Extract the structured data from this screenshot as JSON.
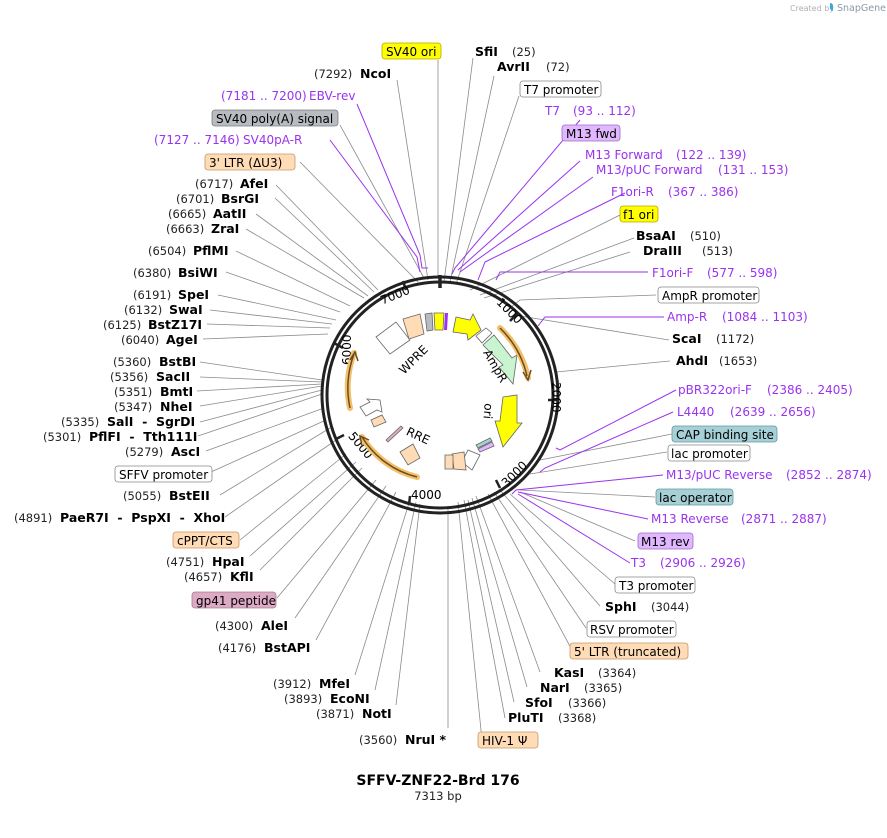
{
  "credit": {
    "prefix": "Created by",
    "brand": "SnapGene",
    "brand_color": "#3ba7e0"
  },
  "plasmid": {
    "name": "SFFV-ZNF22-Brd 176",
    "length_label": "7313 bp",
    "length": 7313
  },
  "ring_ticks": [
    "1000",
    "2000",
    "3000",
    "4000",
    "5000",
    "6000",
    "7000"
  ],
  "inner_labels": {
    "wpre": "WPRE",
    "ampr": "AmpR",
    "ori": "ori",
    "rre": "RRE"
  },
  "colors": {
    "primer": "#9933ee",
    "ring": "#222222",
    "yellow": "#ffff00",
    "peach": "#ffdcb6",
    "gray": "#b8bcc0",
    "teal": "#a6cfd6",
    "lavender": "#e1b7ff",
    "mauve": "#dcaac2",
    "mint": "#c8f5cf",
    "orange_arrow": "#f3c06a"
  },
  "left_labels": [
    {
      "kind": "feature",
      "text": "SV40 ori",
      "style": "yellow"
    },
    {
      "kind": "enzyme",
      "pos": "(7292)",
      "name": "NcoI"
    },
    {
      "kind": "primer",
      "pos": "(7181 .. 7200)",
      "name": "EBV-rev"
    },
    {
      "kind": "feature",
      "text": "SV40 poly(A) signal",
      "style": "gray"
    },
    {
      "kind": "primer",
      "pos": "(7127 .. 7146)",
      "name": "SV40pA-R"
    },
    {
      "kind": "feature",
      "text": "3' LTR (ΔU3)",
      "style": "peach"
    },
    {
      "kind": "enzyme",
      "pos": "(6717)",
      "name": "AfeI"
    },
    {
      "kind": "enzyme",
      "pos": "(6701)",
      "name": "BsrGI"
    },
    {
      "kind": "enzyme",
      "pos": "(6665)",
      "name": "AatII"
    },
    {
      "kind": "enzyme",
      "pos": "(6663)",
      "name": "ZraI"
    },
    {
      "kind": "enzyme",
      "pos": "(6504)",
      "name": "PflMI"
    },
    {
      "kind": "enzyme",
      "pos": "(6380)",
      "name": "BsiWI"
    },
    {
      "kind": "enzyme",
      "pos": "(6191)",
      "name": "SpeI"
    },
    {
      "kind": "enzyme",
      "pos": "(6132)",
      "name": "SwaI"
    },
    {
      "kind": "enzyme",
      "pos": "(6125)",
      "name": "BstZ17I"
    },
    {
      "kind": "enzyme",
      "pos": "(6040)",
      "name": "AgeI"
    },
    {
      "kind": "enzyme",
      "pos": "(5360)",
      "name": "BstBI"
    },
    {
      "kind": "enzyme",
      "pos": "(5356)",
      "name": "SacII"
    },
    {
      "kind": "enzyme",
      "pos": "(5351)",
      "name": "BmtI"
    },
    {
      "kind": "enzyme",
      "pos": "(5347)",
      "name": "NheI"
    },
    {
      "kind": "enzyme",
      "pos": "(5335)",
      "name": "SalI  -  SgrDI"
    },
    {
      "kind": "enzyme",
      "pos": "(5301)",
      "name": "PflFI  -  Tth111I"
    },
    {
      "kind": "enzyme",
      "pos": "(5279)",
      "name": "AscI"
    },
    {
      "kind": "feature",
      "text": "SFFV promoter",
      "style": "white"
    },
    {
      "kind": "enzyme",
      "pos": "(5055)",
      "name": "BstEII"
    },
    {
      "kind": "enzyme",
      "pos": "(4891)",
      "name": "PaeR7I  -  PspXI  -  XhoI"
    },
    {
      "kind": "feature",
      "text": "cPPT/CTS",
      "style": "peach"
    },
    {
      "kind": "enzyme",
      "pos": "(4751)",
      "name": "HpaI"
    },
    {
      "kind": "enzyme",
      "pos": "(4657)",
      "name": "KflI"
    },
    {
      "kind": "feature",
      "text": "gp41 peptide",
      "style": "mauve"
    },
    {
      "kind": "enzyme",
      "pos": "(4300)",
      "name": "AleI"
    },
    {
      "kind": "enzyme",
      "pos": "(4176)",
      "name": "BstAPI"
    },
    {
      "kind": "enzyme",
      "pos": "(3912)",
      "name": "MfeI"
    },
    {
      "kind": "enzyme",
      "pos": "(3893)",
      "name": "EcoNI"
    },
    {
      "kind": "enzyme",
      "pos": "(3871)",
      "name": "NotI"
    },
    {
      "kind": "enzyme",
      "pos": "(3560)",
      "name": "NruI *"
    }
  ],
  "right_labels": [
    {
      "kind": "enzyme",
      "name": "SfiI",
      "pos": "(25)"
    },
    {
      "kind": "enzyme",
      "name": "AvrII",
      "pos": "(72)"
    },
    {
      "kind": "feature",
      "text": "T7 promoter",
      "style": "white"
    },
    {
      "kind": "primer",
      "name": "T7",
      "pos": "(93 .. 112)"
    },
    {
      "kind": "feature",
      "text": "M13 fwd",
      "style": "lavender"
    },
    {
      "kind": "primer",
      "name": "M13 Forward",
      "pos": "(122 .. 139)"
    },
    {
      "kind": "primer",
      "name": "M13/pUC Forward",
      "pos": "(131 .. 153)"
    },
    {
      "kind": "primer",
      "name": "F1ori-R",
      "pos": "(367 .. 386)"
    },
    {
      "kind": "feature",
      "text": "f1 ori",
      "style": "yellow"
    },
    {
      "kind": "enzyme",
      "name": "BsaAI",
      "pos": "(510)"
    },
    {
      "kind": "enzyme",
      "name": "DraIII",
      "pos": "(513)"
    },
    {
      "kind": "primer",
      "name": "F1ori-F",
      "pos": "(577 .. 598)"
    },
    {
      "kind": "feature",
      "text": "AmpR promoter",
      "style": "white"
    },
    {
      "kind": "primer",
      "name": "Amp-R",
      "pos": "(1084 .. 1103)"
    },
    {
      "kind": "enzyme",
      "name": "ScaI",
      "pos": "(1172)"
    },
    {
      "kind": "enzyme",
      "name": "AhdI",
      "pos": "(1653)"
    },
    {
      "kind": "primer",
      "name": "pBR322ori-F",
      "pos": "(2386 .. 2405)"
    },
    {
      "kind": "primer",
      "name": "L4440",
      "pos": "(2639 .. 2656)"
    },
    {
      "kind": "feature",
      "text": "CAP binding site",
      "style": "teal"
    },
    {
      "kind": "feature",
      "text": "lac promoter",
      "style": "white"
    },
    {
      "kind": "primer",
      "name": "M13/pUC Reverse",
      "pos": "(2852 .. 2874)"
    },
    {
      "kind": "feature",
      "text": "lac operator",
      "style": "teal"
    },
    {
      "kind": "primer",
      "name": "M13 Reverse",
      "pos": "(2871 .. 2887)"
    },
    {
      "kind": "feature",
      "text": "M13 rev",
      "style": "lavender"
    },
    {
      "kind": "primer",
      "name": "T3",
      "pos": "(2906 .. 2926)"
    },
    {
      "kind": "feature",
      "text": "T3 promoter",
      "style": "white"
    },
    {
      "kind": "enzyme",
      "name": "SphI",
      "pos": "(3044)"
    },
    {
      "kind": "feature",
      "text": "RSV promoter",
      "style": "white"
    },
    {
      "kind": "feature",
      "text": "5' LTR (truncated)",
      "style": "peach"
    },
    {
      "kind": "enzyme",
      "name": "KasI",
      "pos": "(3364)"
    },
    {
      "kind": "enzyme",
      "name": "NarI",
      "pos": "(3365)"
    },
    {
      "kind": "enzyme",
      "name": "SfoI",
      "pos": "(3366)"
    },
    {
      "kind": "enzyme",
      "name": "PluTI",
      "pos": "(3368)"
    },
    {
      "kind": "feature",
      "text": "HIV-1 Ψ",
      "style": "peach"
    }
  ]
}
